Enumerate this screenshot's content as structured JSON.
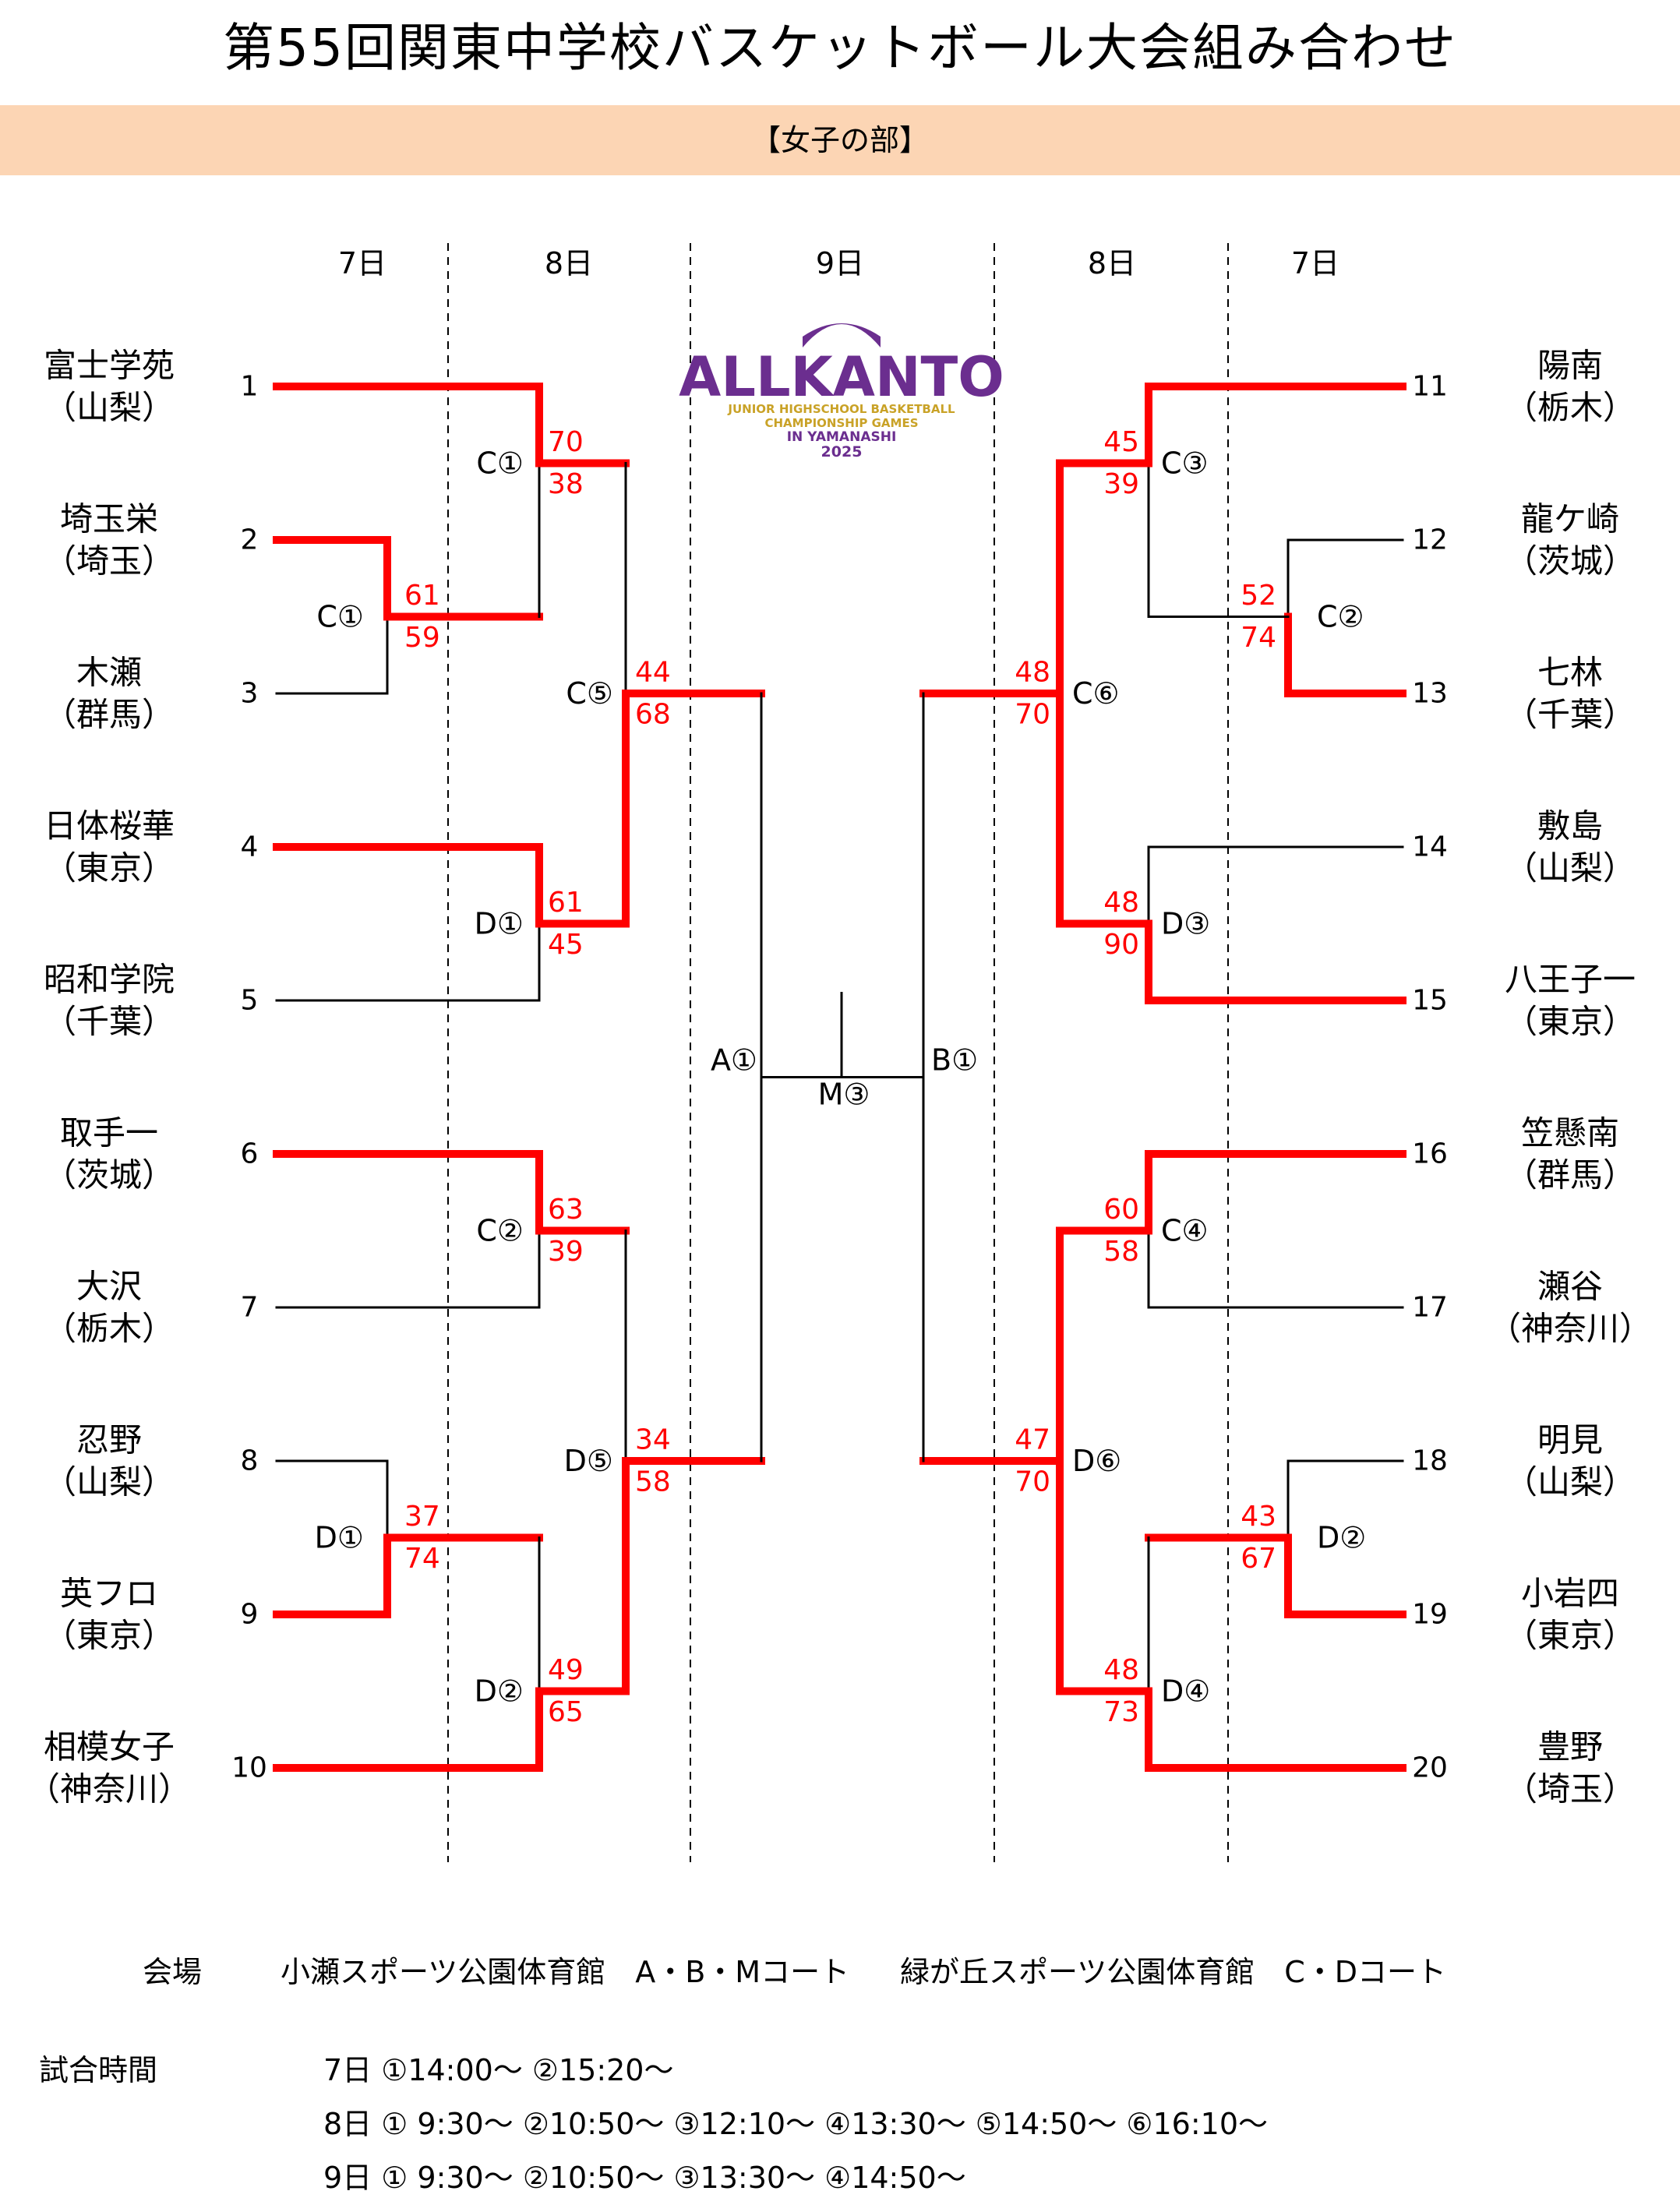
{
  "title": "第55回関東中学校バスケットボール大会組み合わせ",
  "section": "【女子の部】",
  "days": {
    "left": [
      "7日",
      "8日"
    ],
    "center": "9日",
    "right": [
      "8日",
      "7日"
    ]
  },
  "logo": {
    "main": "ALLKANTO",
    "line1": "JUNIOR HIGHSCHOOL BASKETBALL",
    "line2": "CHAMPIONSHIP GAMES",
    "line3": "IN YAMANASHI",
    "year": "2025"
  },
  "teams": [
    {
      "seed": "1",
      "name": "富士学苑",
      "pref": "（山梨）"
    },
    {
      "seed": "2",
      "name": "埼玉栄",
      "pref": "（埼玉）"
    },
    {
      "seed": "3",
      "name": "木瀬",
      "pref": "（群馬）"
    },
    {
      "seed": "4",
      "name": "日体桜華",
      "pref": "（東京）"
    },
    {
      "seed": "5",
      "name": "昭和学院",
      "pref": "（千葉）"
    },
    {
      "seed": "6",
      "name": "取手一",
      "pref": "（茨城）"
    },
    {
      "seed": "7",
      "name": "大沢",
      "pref": "（栃木）"
    },
    {
      "seed": "8",
      "name": "忍野",
      "pref": "（山梨）"
    },
    {
      "seed": "9",
      "name": "英フロ",
      "pref": "（東京）"
    },
    {
      "seed": "10",
      "name": "相模女子",
      "pref": "（神奈川）"
    },
    {
      "seed": "11",
      "name": "陽南",
      "pref": "（栃木）"
    },
    {
      "seed": "12",
      "name": "龍ケ崎",
      "pref": "（茨城）"
    },
    {
      "seed": "13",
      "name": "七林",
      "pref": "（千葉）"
    },
    {
      "seed": "14",
      "name": "敷島",
      "pref": "（山梨）"
    },
    {
      "seed": "15",
      "name": "八王子一",
      "pref": "（東京）"
    },
    {
      "seed": "16",
      "name": "笠懸南",
      "pref": "（群馬）"
    },
    {
      "seed": "17",
      "name": "瀬谷",
      "pref": "（神奈川）"
    },
    {
      "seed": "18",
      "name": "明見",
      "pref": "（山梨）"
    },
    {
      "seed": "19",
      "name": "小岩四",
      "pref": "（東京）"
    },
    {
      "seed": "20",
      "name": "豊野",
      "pref": "（埼玉）"
    }
  ],
  "games": {
    "L7C1": {
      "court": "C①",
      "top": "61",
      "bottom": "59"
    },
    "L7D1": {
      "court": "D①",
      "top": "37",
      "bottom": "74"
    },
    "L8C1": {
      "court": "C①",
      "top": "70",
      "bottom": "38"
    },
    "L8D1": {
      "court": "D①",
      "top": "61",
      "bottom": "45"
    },
    "L8C2": {
      "court": "C②",
      "top": "63",
      "bottom": "39"
    },
    "L8D2": {
      "court": "D②",
      "top": "49",
      "bottom": "65"
    },
    "L8C5": {
      "court": "C⑤",
      "top": "44",
      "bottom": "68"
    },
    "L8D5": {
      "court": "D⑤",
      "top": "34",
      "bottom": "58"
    },
    "R7C2": {
      "court": "C②",
      "top": "52",
      "bottom": "74"
    },
    "R7D2": {
      "court": "D②",
      "top": "43",
      "bottom": "67"
    },
    "R8C3": {
      "court": "C③",
      "top": "45",
      "bottom": "39"
    },
    "R8D3": {
      "court": "D③",
      "top": "48",
      "bottom": "90"
    },
    "R8C4": {
      "court": "C④",
      "top": "60",
      "bottom": "58"
    },
    "R8D4": {
      "court": "D④",
      "top": "48",
      "bottom": "73"
    },
    "R8C6": {
      "court": "C⑥",
      "top": "48",
      "bottom": "70"
    },
    "R8D6": {
      "court": "D⑥",
      "top": "47",
      "bottom": "70"
    },
    "A1": {
      "court": "A①"
    },
    "B1": {
      "court": "B①"
    },
    "M3": {
      "court": "M③"
    }
  },
  "colors": {
    "win": "#FF0000",
    "line": "#000000",
    "banner": "#FCD5B4",
    "logo_purple": "#6B2E8F",
    "logo_gold": "#C9A227"
  },
  "venue": {
    "label": "会場",
    "venue1": "小瀬スポーツ公園体育館　A・B・Mコート",
    "venue2": "緑が丘スポーツ公園体育館　C・Dコート"
  },
  "schedule": {
    "label": "試合時間",
    "day7": "7日 ①14:00～ ②15:20～",
    "day8": "8日 ① 9:30～ ②10:50～ ③12:10～ ④13:30～ ⑤14:50～ ⑥16:10～",
    "day9": "9日 ① 9:30～ ②10:50～ ③13:30～ ④14:50～"
  }
}
